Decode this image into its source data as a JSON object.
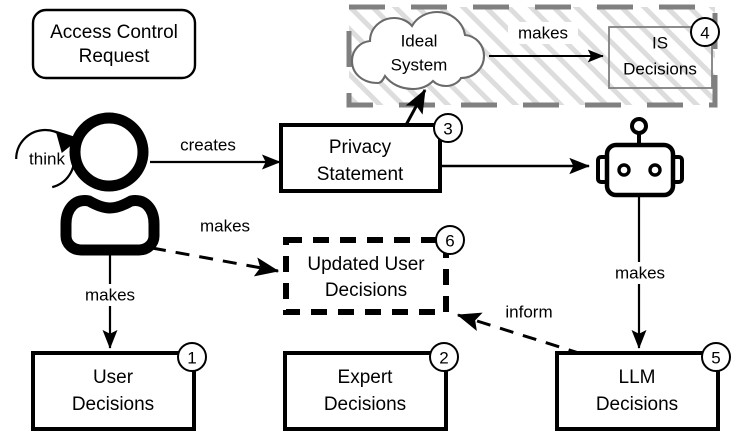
{
  "diagram": {
    "title_box": {
      "label": "Access Control\nRequest",
      "line1": "Access Control",
      "line2": "Request"
    },
    "actors": {
      "user": {
        "name": "user-person-icon",
        "think_label": "think"
      },
      "robot": {
        "name": "llm-robot-icon"
      }
    },
    "container": {
      "name": "ideal-system-region",
      "border_color": "#808080",
      "hatch_color": "#d9d9d9"
    },
    "nodes": [
      {
        "id": "ideal-system",
        "shape": "cloud",
        "line1": "Ideal",
        "line2": "System",
        "badge": "",
        "color": "#666666"
      },
      {
        "id": "is-decisions",
        "shape": "rect-thin-gray",
        "line1": "IS",
        "line2": "Decisions",
        "badge": "4",
        "color": "#808080"
      },
      {
        "id": "privacy-statement",
        "shape": "rect-bold",
        "line1": "Privacy",
        "line2": "Statement",
        "badge": "3",
        "color": "#000000"
      },
      {
        "id": "updated-user-decisions",
        "shape": "rect-dashed",
        "line1": "Updated User",
        "line2": "Decisions",
        "badge": "6",
        "color": "#000000"
      },
      {
        "id": "user-decisions",
        "shape": "rect-bold",
        "line1": "User",
        "line2": "Decisions",
        "badge": "1",
        "color": "#000000"
      },
      {
        "id": "expert-decisions",
        "shape": "rect-bold",
        "line1": "Expert",
        "line2": "Decisions",
        "badge": "2",
        "color": "#000000"
      },
      {
        "id": "llm-decisions",
        "shape": "rect-bold",
        "line1": "LLM",
        "line2": "Decisions",
        "badge": "5",
        "color": "#000000"
      }
    ],
    "edges": [
      {
        "id": "user-creates-privacy-statement",
        "label": "creates",
        "style": "solid"
      },
      {
        "id": "ideal-system-makes-is-decisions",
        "label": "makes",
        "style": "solid"
      },
      {
        "id": "user-makes-user-decisions",
        "label": "makes",
        "style": "solid"
      },
      {
        "id": "user-makes-updated-user-decisions",
        "label": "makes",
        "style": "dashed"
      },
      {
        "id": "robot-makes-llm-decisions",
        "label": "makes",
        "style": "solid"
      },
      {
        "id": "llm-decisions-inform-updated-user-decisions",
        "label": "inform",
        "style": "dashed"
      },
      {
        "id": "privacy-statement-to-ideal-system",
        "label": "",
        "style": "solid"
      },
      {
        "id": "privacy-statement-to-robot",
        "label": "",
        "style": "solid"
      }
    ]
  }
}
